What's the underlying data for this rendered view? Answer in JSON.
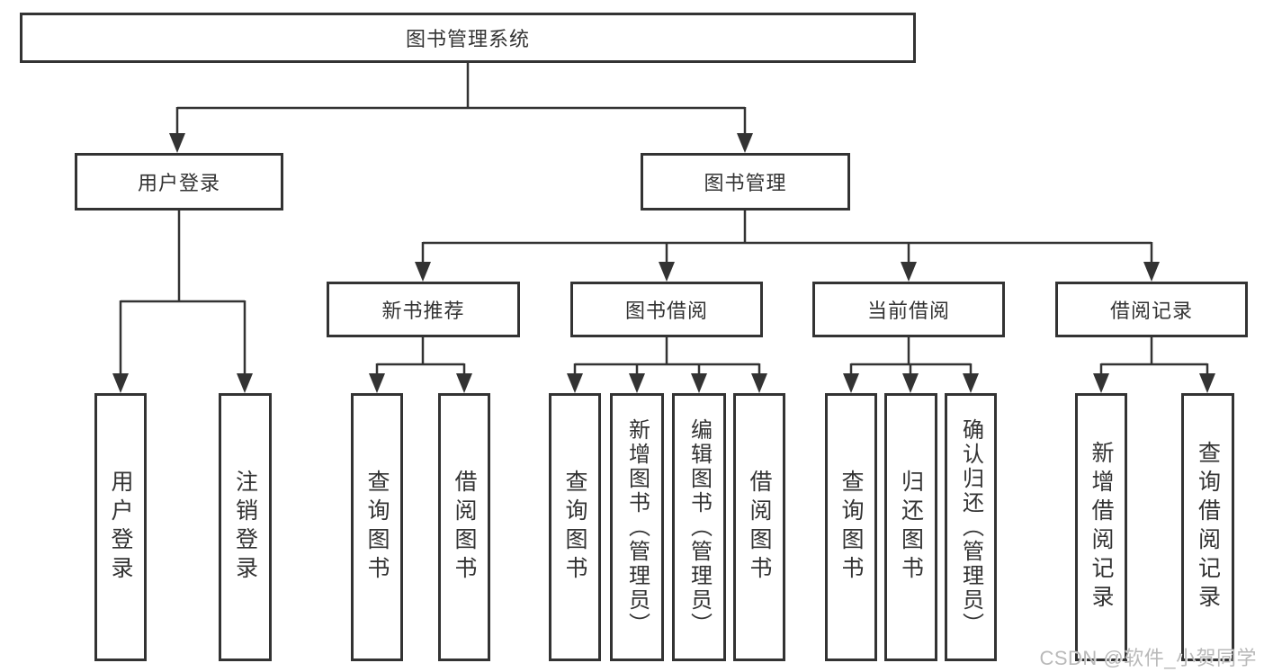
{
  "colors": {
    "line": "#333333",
    "box_border": "#333333",
    "text": "#333333",
    "watermark_text": "#b9b9b9",
    "background": "#ffffff"
  },
  "watermark": {
    "text": "CSDN @软件_小贺同学"
  },
  "tree": {
    "label": "图书管理系统",
    "children": [
      {
        "label": "用户登录",
        "children": [
          {
            "label": "用户登录"
          },
          {
            "label": "注销登录"
          }
        ]
      },
      {
        "label": "图书管理",
        "children": [
          {
            "label": "新书推荐",
            "children": [
              {
                "label": "查询图书"
              },
              {
                "label": "借阅图书"
              }
            ]
          },
          {
            "label": "图书借阅",
            "children": [
              {
                "label": "查询图书"
              },
              {
                "label": "新增图书（管理员）"
              },
              {
                "label": "编辑图书（管理员）"
              },
              {
                "label": "借阅图书"
              }
            ]
          },
          {
            "label": "当前借阅",
            "children": [
              {
                "label": "查询图书"
              },
              {
                "label": "归还图书"
              },
              {
                "label": "确认归还（管理员）"
              }
            ]
          },
          {
            "label": "借阅记录",
            "children": [
              {
                "label": "新增借阅记录"
              },
              {
                "label": "查询借阅记录"
              }
            ]
          }
        ]
      }
    ]
  }
}
